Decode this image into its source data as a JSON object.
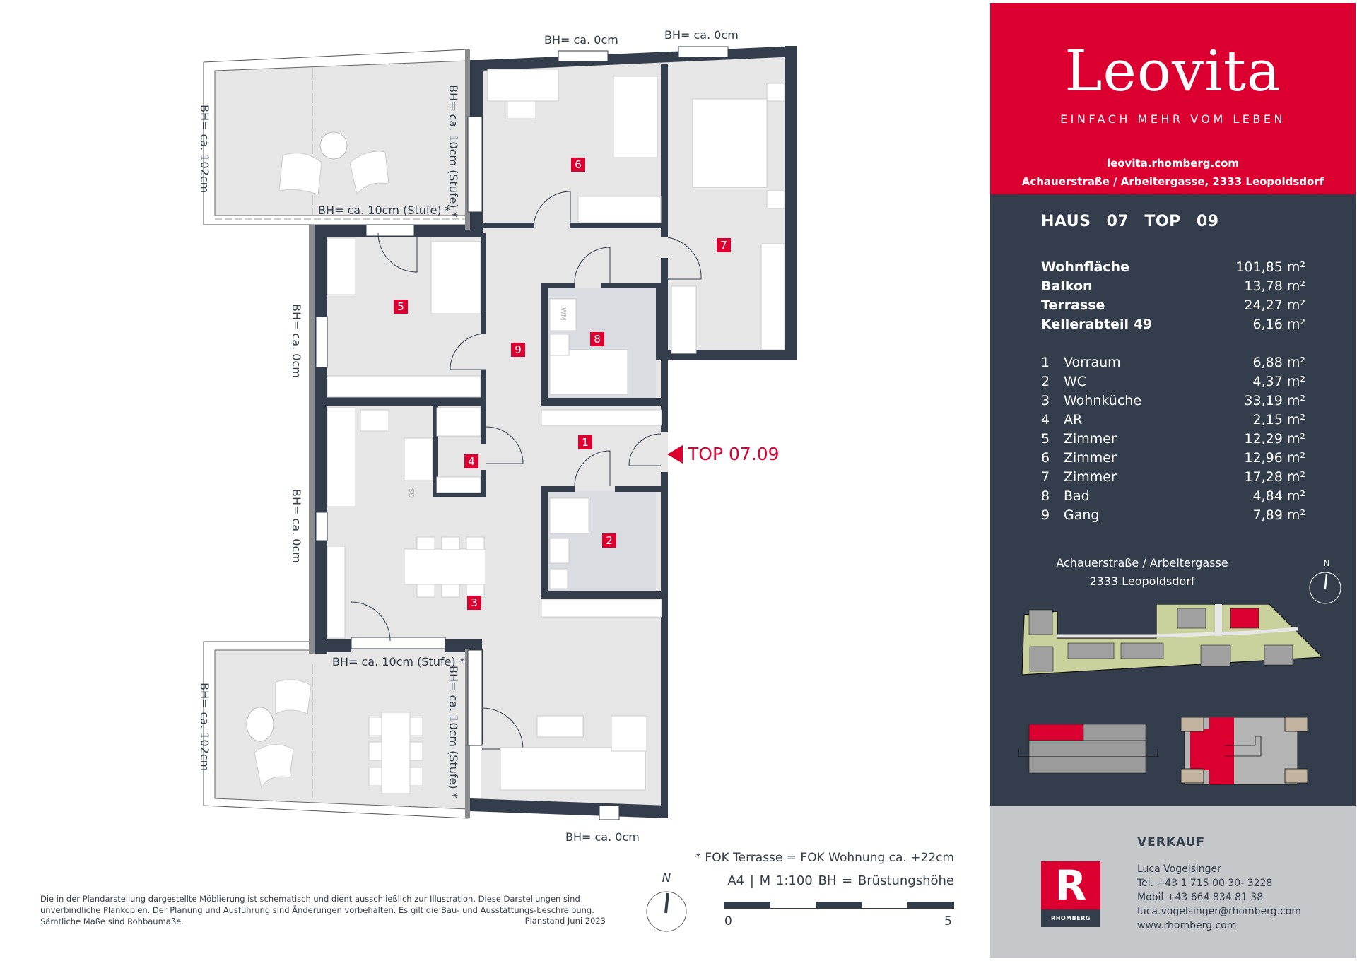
{
  "brand": {
    "logo_text": "Leovita",
    "tagline": "EINFACH MEHR VOM LEBEN",
    "url": "leovita.rhomberg.com",
    "address": "Achauerstraße / Arbeitergasse, 2333 Leopoldsdorf",
    "accent_color": "#dc0030",
    "dark_color": "#333d4b",
    "grey_color": "#c5c8cb"
  },
  "unit": {
    "title": "HAUS 07   TOP 09",
    "summary": [
      {
        "label": "Wohnfläche",
        "value": "101,85",
        "unit": "m²"
      },
      {
        "label": "Balkon",
        "value": "13,78",
        "unit": "m²"
      },
      {
        "label": "Terrasse",
        "value": "24,27",
        "unit": "m²"
      },
      {
        "label": "Kellerabteil 49",
        "value": "6,16",
        "unit": "m²"
      }
    ],
    "rooms": [
      {
        "num": "1",
        "name": "Vorraum",
        "value": "6,88",
        "unit": "m²"
      },
      {
        "num": "2",
        "name": "WC",
        "value": "4,37",
        "unit": "m²"
      },
      {
        "num": "3",
        "name": "Wohnküche",
        "value": "33,19",
        "unit": "m²"
      },
      {
        "num": "4",
        "name": "AR",
        "value": "2,15",
        "unit": "m²"
      },
      {
        "num": "5",
        "name": "Zimmer",
        "value": "12,29",
        "unit": "m²"
      },
      {
        "num": "6",
        "name": "Zimmer",
        "value": "12,96",
        "unit": "m²"
      },
      {
        "num": "7",
        "name": "Zimmer",
        "value": "17,28",
        "unit": "m²"
      },
      {
        "num": "8",
        "name": "Bad",
        "value": "4,84",
        "unit": "m²"
      },
      {
        "num": "9",
        "name": "Gang",
        "value": "7,89",
        "unit": "m²"
      }
    ]
  },
  "location": {
    "line1": "Achauerstraße / Arbeitergasse",
    "line2": "2333 Leopoldsdorf",
    "compass_label": "N"
  },
  "sales": {
    "heading": "VERKAUF",
    "name": "Luca Vogelsinger",
    "tel": "Tel. +43 1 715 00 30- 3228",
    "mobile": "Mobil +43 664 834 81 38",
    "email": "luca.vogelsinger@rhomberg.com",
    "web": "www.rhomberg.com",
    "company_logo_text": "RHOMBERG",
    "company_logo_letter": "R"
  },
  "plan": {
    "entrance_label": "TOP 07.09",
    "annotations": {
      "bh_0cm": "BH= ca. 0cm",
      "bh_10cm_stufe": "BH= ca. 10cm (Stufe) *",
      "bh_102cm": "BH= ca. 102cm"
    },
    "room_markers": [
      "1",
      "2",
      "3",
      "4",
      "5",
      "6",
      "7",
      "8",
      "9"
    ],
    "appliance_labels": {
      "washer": "WM",
      "dishwasher": "GS"
    }
  },
  "legend": {
    "fok_note": "* FOK Terrasse = FOK Wohnung ca. +22cm",
    "scale_text": "A4 | M 1:100   BH = Brüstungshöhe",
    "scale_start": "0",
    "scale_end": "5",
    "compass_label": "N"
  },
  "disclaimer": {
    "text": "Die in der Plandarstellung dargestellte Möblierung ist schematisch und dient ausschließlich zur Illustration. Diese Darstellungen sind unverbindliche Plankopien. Der Planung und Ausführung sind Änderungen vorbehalten. Es gilt die Bau- und Ausstattungs-beschreibung. Sämtliche Maße sind Rohbaumaße.",
    "planstand": "Planstand Juni 2023"
  }
}
